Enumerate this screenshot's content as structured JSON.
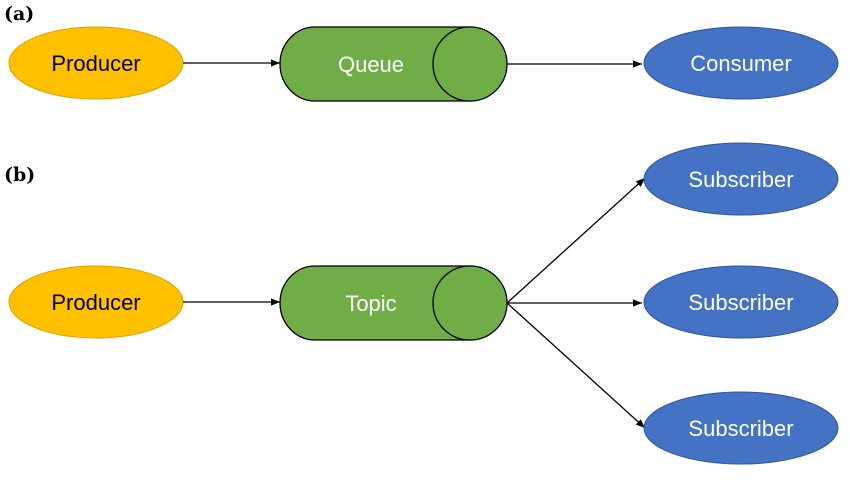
{
  "panels": {
    "a": {
      "label": "(a)",
      "producer": "Producer",
      "queue": "Queue",
      "consumer": "Consumer"
    },
    "b": {
      "label": "(b)",
      "producer": "Producer",
      "topic": "Topic",
      "subscribers": [
        "Subscriber",
        "Subscriber",
        "Subscriber"
      ]
    }
  },
  "colors": {
    "producer_fill": "#FFC000",
    "producer_stroke": "#D9A100",
    "producer_text": "#000000",
    "channel_fill": "#70AD47",
    "channel_stroke": "#000000",
    "channel_text": "#FFFFFF",
    "consumer_fill": "#4472C4",
    "consumer_stroke": "#2F5597",
    "consumer_text": "#FFFFFF",
    "arrow": "#000000"
  }
}
